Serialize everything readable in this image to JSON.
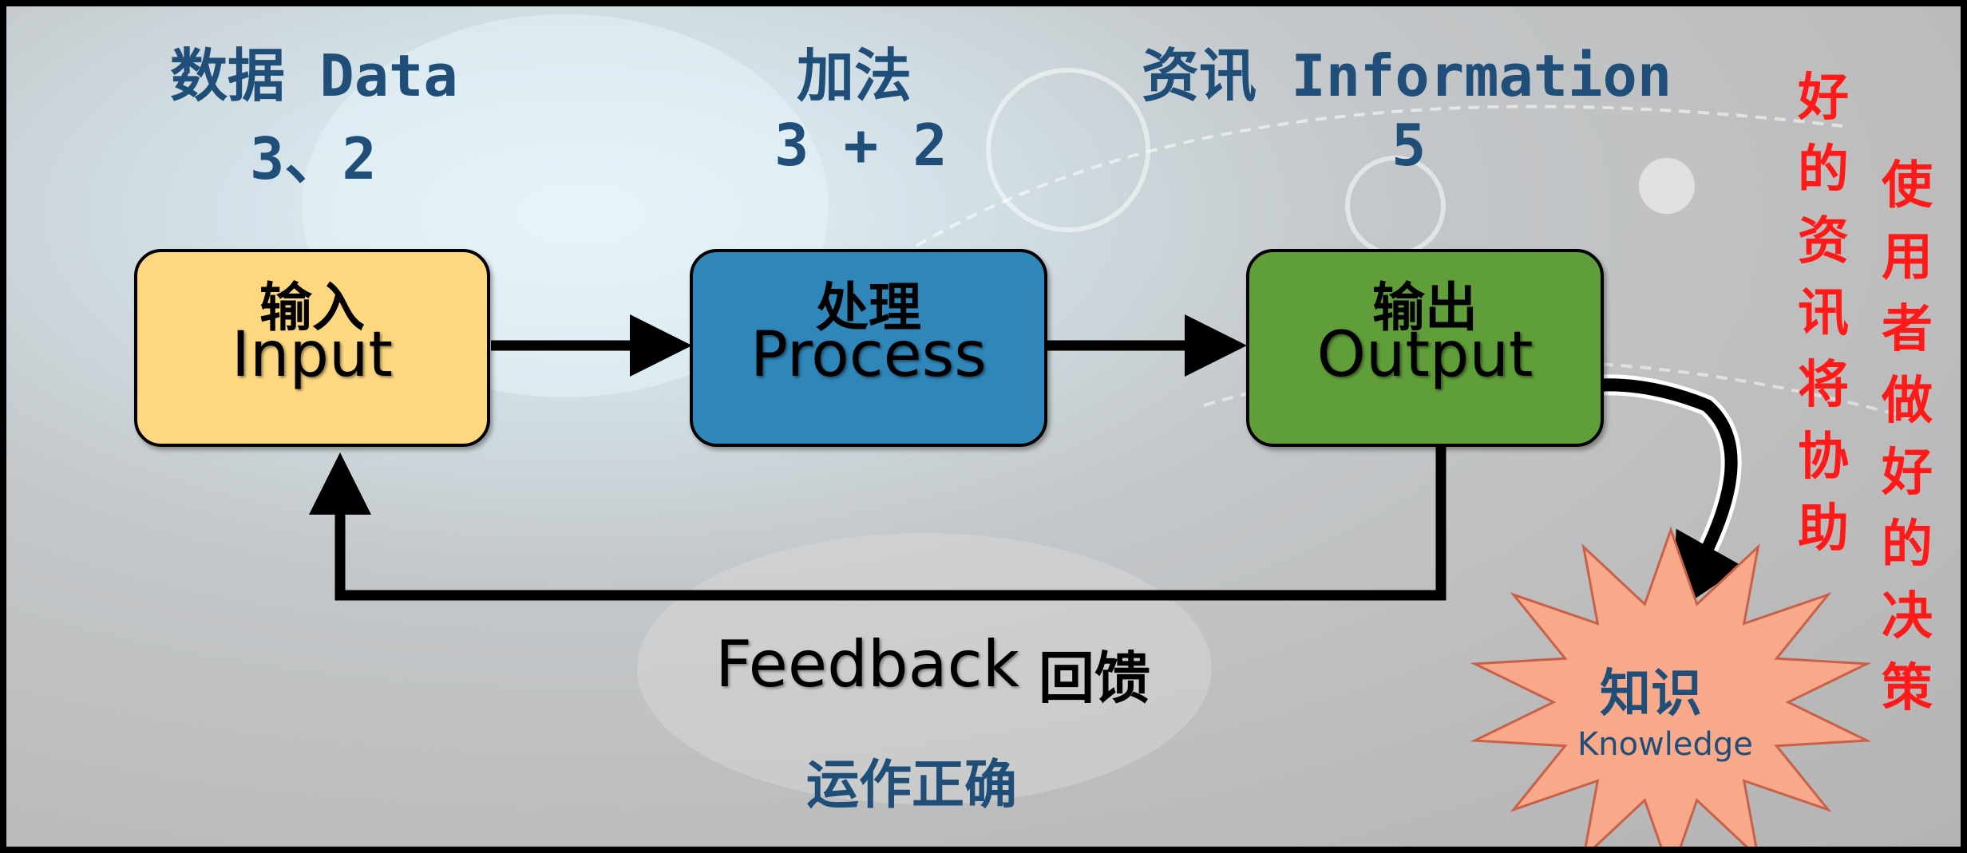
{
  "header": {
    "data_label": "数据 Data",
    "data_value": "3、2",
    "add_label": "加法",
    "add_value": "3 + 2",
    "info_label": "资讯 Information",
    "info_value": "5"
  },
  "boxes": {
    "input": {
      "cn": "输入",
      "en": "Input",
      "color": "#fdd880"
    },
    "process": {
      "cn": "处理",
      "en": "Process",
      "color": "#2e86b9"
    },
    "output": {
      "cn": "输出",
      "en": "Output",
      "color": "#5f9e38"
    }
  },
  "feedback": {
    "en": "Feedback",
    "cn": "回馈",
    "note": "运作正确"
  },
  "knowledge": {
    "cn": "知识",
    "en": "Knowledge",
    "color": "#f7a98a"
  },
  "side_text": {
    "col1": "好的资讯将协助",
    "col2": "使用者做好的决策",
    "color": "#ff1a1a"
  },
  "colors": {
    "heading": "#1f4e79",
    "arrow": "#000000"
  }
}
